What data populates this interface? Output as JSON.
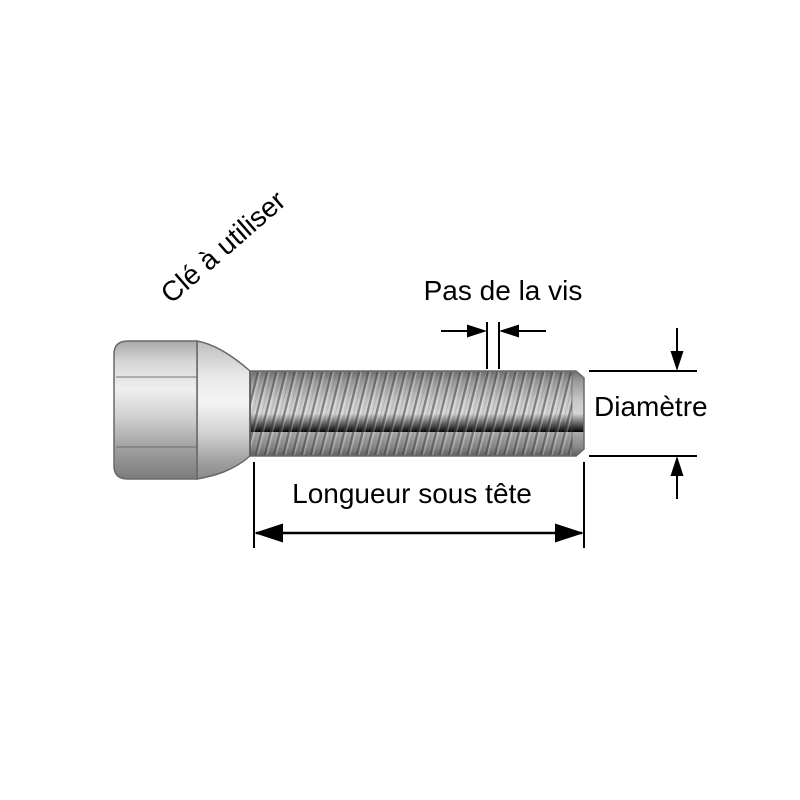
{
  "diagram": {
    "background_color": "#ffffff",
    "dimension_line_color": "#000000",
    "metal_light_color": "#efefef",
    "metal_mid_color": "#b5b5b5",
    "metal_dark_color": "#636363",
    "labels": {
      "wrench": "Clé à utiliser",
      "thread_pitch": "Pas de la vis",
      "diameter": "Diamètre",
      "length_under_head": "Longueur sous tête"
    }
  }
}
